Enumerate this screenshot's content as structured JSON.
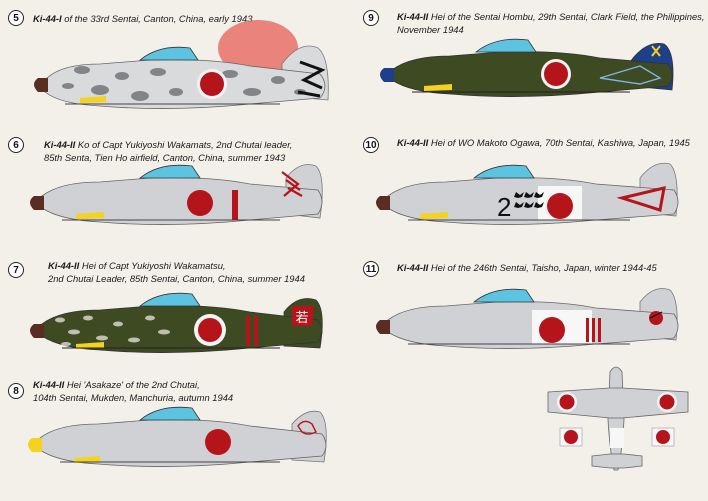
{
  "profiles": [
    {
      "num": "5",
      "model": "Ki-44-I",
      "line1": " of the 33rd Sentai, Canton, China, early 1943",
      "line2": ""
    },
    {
      "num": "6",
      "model": "Ki-44-II",
      "line1": " Ko of Capt Yukiyoshi  Wakamats, 2nd Chutai leader,",
      "line2": "85th Senta, Tien Ho airfield, Canton, China, summer 1943"
    },
    {
      "num": "7",
      "model": "Ki-44-II",
      "line1": " Hei of Capt Yukiyoshi Wakamatsu,",
      "line2": "2nd Chutai Leader, 85th Sentai, Canton, China, summer 1944"
    },
    {
      "num": "8",
      "model": "Ki-44-II",
      "line1": " Hei 'Asakaze' of the 2nd Chutai,",
      "line2": "104th Sentai, Mukden, Manchuria, autumn 1944"
    },
    {
      "num": "9",
      "model": "Ki-44-II",
      "line1": " Hei of the Sentai Hombu, 29th Sentai, Clark Field, the Philippines,",
      "line2": "November 1944"
    },
    {
      "num": "10",
      "model": "Ki-44-II",
      "line1": " Hei of WO Makoto Ogawa, 70th Sentai, Kashiwa, Japan, 1945",
      "line2": ""
    },
    {
      "num": "11",
      "model": "Ki-44-II",
      "line1": " Hei of the 246th Sentai, Taisho, Japan, winter 1944-45",
      "line2": ""
    }
  ],
  "markings": {
    "fuselage_number_10": "2",
    "tail_kanji_7": "若"
  },
  "colors": {
    "hinomaru": "#b5141b",
    "silver": "#cfd1d4",
    "green": "#3d4a22",
    "canopy": "#5cc4e0",
    "yellow": "#f4d21e"
  }
}
